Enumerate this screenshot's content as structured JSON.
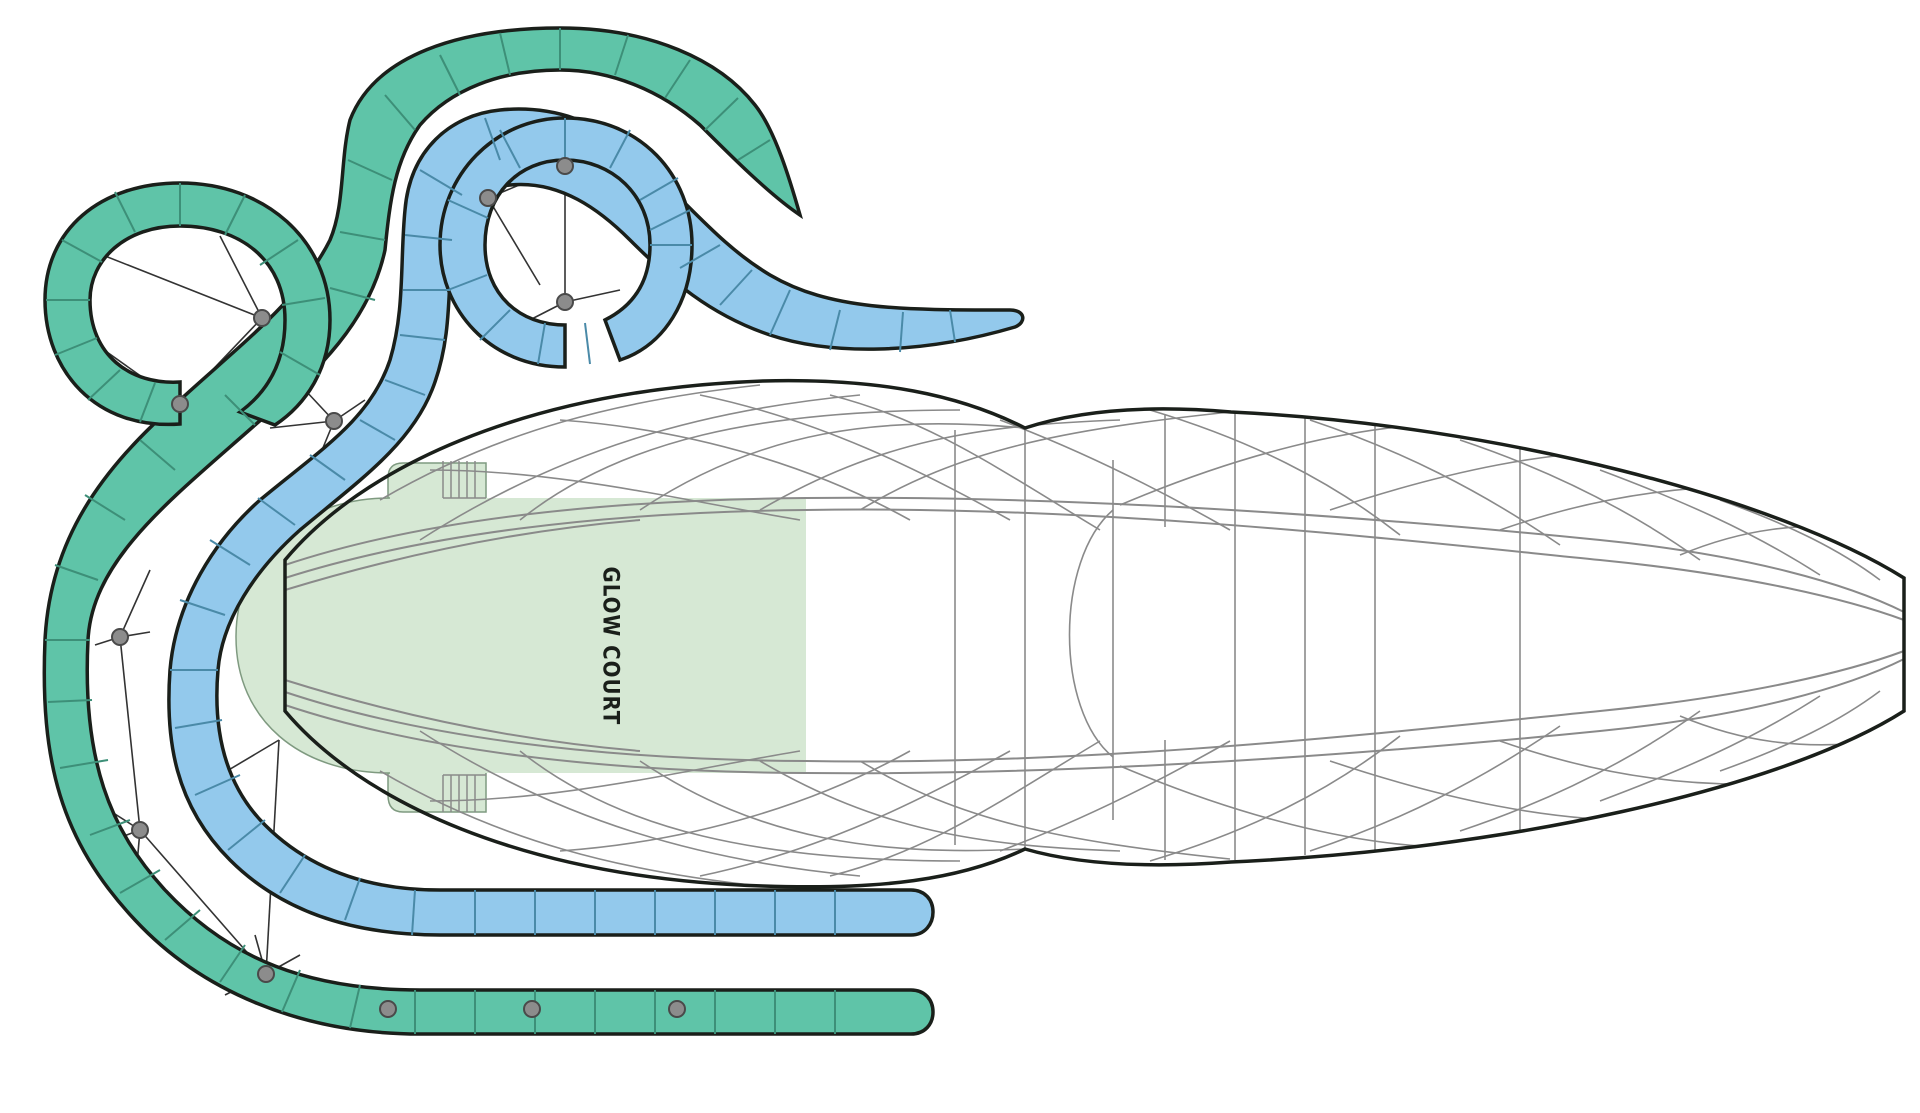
{
  "diagram": {
    "type": "venue-layout",
    "zones": [
      {
        "id": "glow-court",
        "label": "GLOW COURT",
        "fill": "#d6e8d4",
        "stroke": "#7f9a80"
      }
    ],
    "tracks": [
      {
        "id": "track-green",
        "color": "#5fc4a8",
        "segment_color": "#3d8f78",
        "outline": "#1a1f1a"
      },
      {
        "id": "track-blue",
        "color": "#93c9ec",
        "segment_color": "#4a8aa8",
        "outline": "#1a1f1a"
      }
    ],
    "building": {
      "outline_color": "#1a1f1a",
      "grid_color": "#8a8a8a",
      "fill": "#ffffff"
    },
    "nodes": {
      "fill": "#8c8c8c",
      "stroke": "#4a4a4a",
      "cable_color": "#333333"
    }
  }
}
